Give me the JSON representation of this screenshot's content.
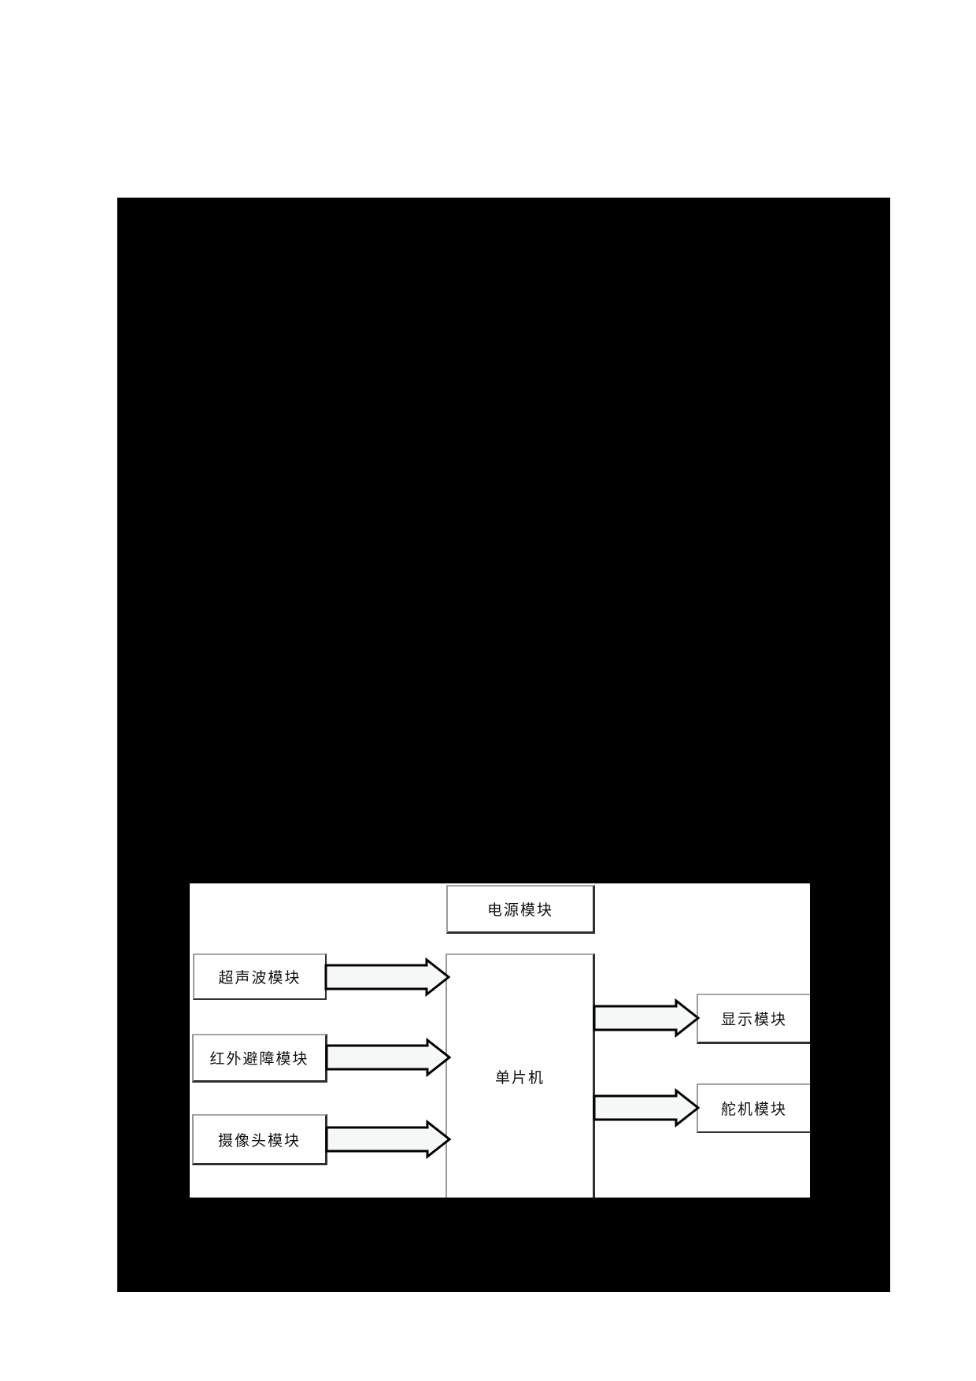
{
  "document": {
    "page_background": "#ffffff",
    "scan_area_background": "#000000",
    "figure_panel_background": "#ffffff"
  },
  "diagram": {
    "boxes": {
      "power": {
        "label": "电源模块"
      },
      "mcu": {
        "label": "单片机"
      },
      "ultrasonic": {
        "label": "超声波模块"
      },
      "infrared": {
        "label": "红外避障模块"
      },
      "camera": {
        "label": "摄像头模块"
      },
      "display": {
        "label": "显示模块"
      },
      "servo": {
        "label": "舵机模块"
      }
    },
    "arrows": [
      {
        "from": "超声波模块",
        "to": "单片机",
        "direction": "right"
      },
      {
        "from": "红外避障模块",
        "to": "单片机",
        "direction": "right"
      },
      {
        "from": "摄像头模块",
        "to": "单片机",
        "direction": "right"
      },
      {
        "from": "单片机",
        "to": "显示模块",
        "direction": "right"
      },
      {
        "from": "单片机",
        "to": "舵机模块",
        "direction": "right"
      }
    ],
    "colors": {
      "arrow_fill": "#f6f7f7",
      "arrow_stroke": "#000000",
      "box_border_light": "#a6a6a6",
      "box_border_dark": "#2f2f2f",
      "label_color": "#111111"
    }
  }
}
